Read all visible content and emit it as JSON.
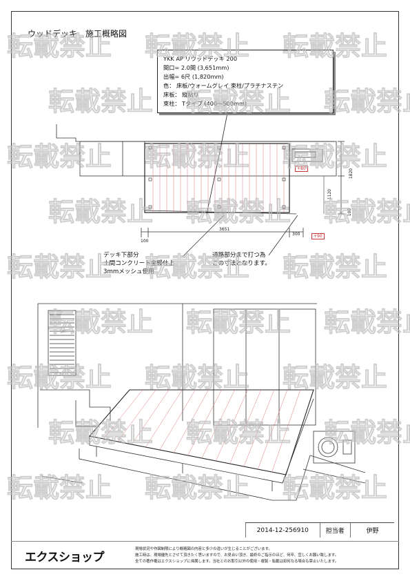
{
  "title": "ウッドデッキ　施工概略図",
  "spec": {
    "lines": [
      "YKK AP リウッドデッキ 200",
      "間口= 2.0間 (3,651mm)",
      "出幅= 6尺 (1,820mm)",
      "色： 床板/ウォームグレイ 束柱/プラチナステン",
      "床板： 縦貼り",
      "束柱： Tタイプ (400～500mm)"
    ]
  },
  "dimensions": {
    "width": "3651",
    "left": "100",
    "right": "300",
    "depth": "1820",
    "inner": "1120",
    "edge": "100",
    "plus_top": "+80",
    "plus_bottom": "+90"
  },
  "notes": {
    "under_deck": [
      "デッキ下部分",
      "土間コンクリート金鏝仕上",
      "3mmメッシュ使用"
    ],
    "walkway": [
      "通路部分まで打つ為",
      "この寸法となります。"
    ]
  },
  "watermark": "転載禁止",
  "info": {
    "code": "2014-12-256910",
    "role": "担当者",
    "name": "伊野"
  },
  "footer": {
    "logo": "エクスショップ",
    "disclaimer": [
      "現場状況や作図制限により概略図の内容と多少の違いが生じることがございます。",
      "施工時は、現場優先とさせて頂きたく思いますので、お見合い頂き、最終のご指示のほど、何卒、宜しくお願い致します。",
      "全ての著作権はエクスショップに帰属します。当社とのお取引以外の使用・複製・転載は如何なる場合も禁止いたします。"
    ]
  }
}
